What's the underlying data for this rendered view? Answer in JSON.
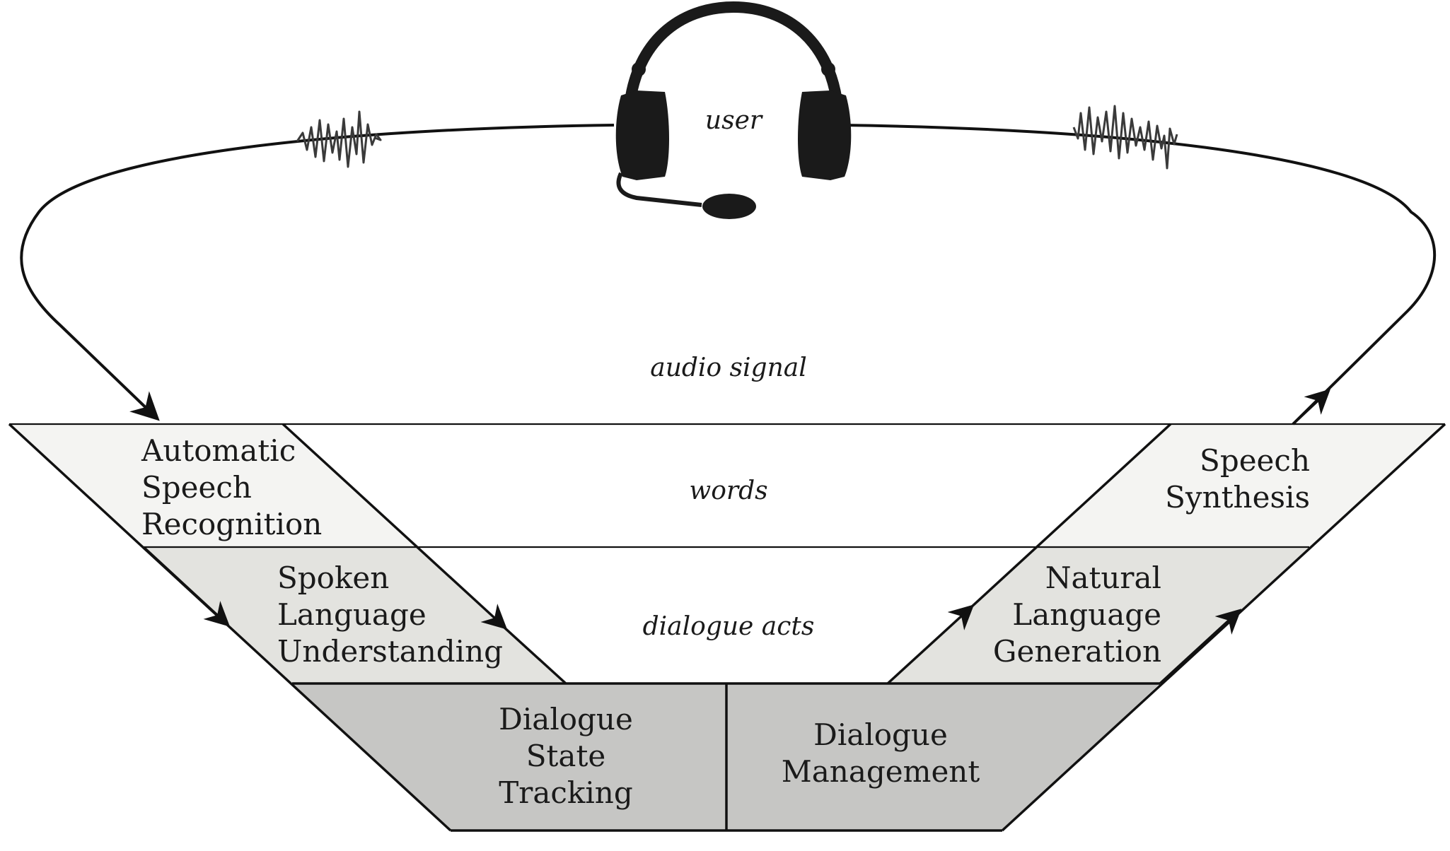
{
  "user": "user",
  "layers": {
    "audio_signal": "audio signal",
    "words": "words",
    "dialogue_acts": "dialogue acts"
  },
  "modules": {
    "asr": [
      "Automatic",
      "Speech",
      "Recognition"
    ],
    "slu": [
      "Spoken",
      "Language",
      "Understanding"
    ],
    "dst": [
      "Dialogue",
      "State",
      "Tracking"
    ],
    "dm": [
      "Dialogue",
      "Management"
    ],
    "nlg": [
      "Natural",
      "Language",
      "Generation"
    ],
    "ss": [
      "Speech",
      "Synthesis"
    ]
  },
  "colors": {
    "asr_ss_fill": "#f4f4f2",
    "slu_nlg_fill": "#e3e3df",
    "dst_dm_fill": "#c6c6c4",
    "line": "#111111",
    "wave": "#3a3a3a"
  }
}
